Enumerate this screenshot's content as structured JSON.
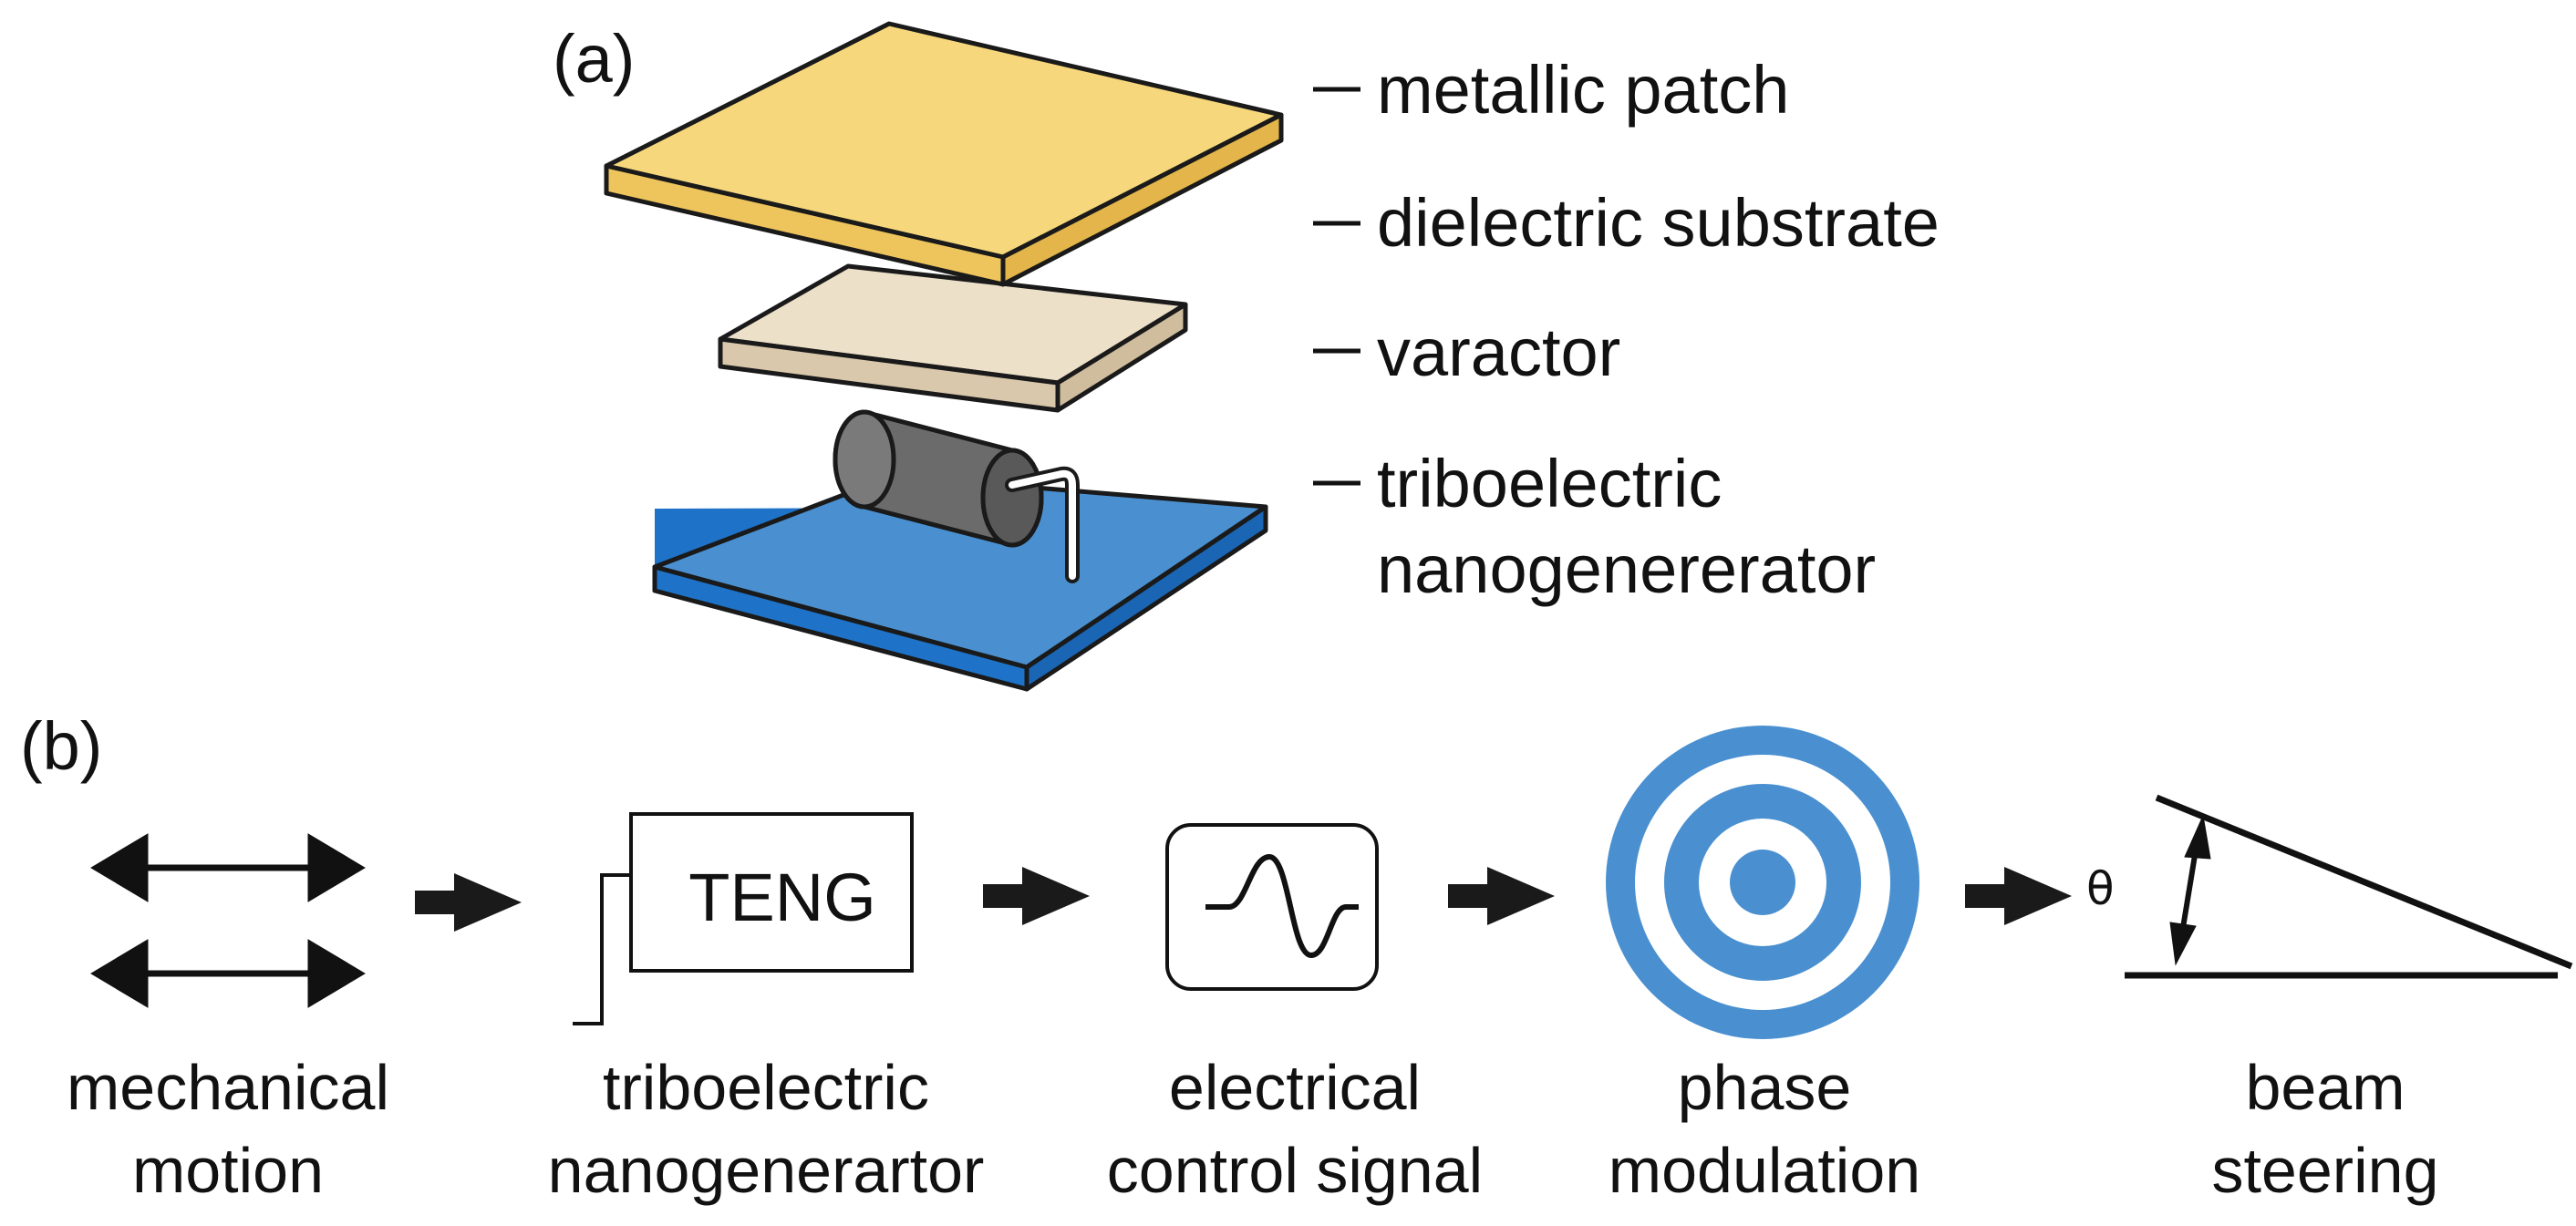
{
  "panel_a": {
    "label": "(a)",
    "layers": [
      {
        "name": "metallic patch",
        "color": "#f6d77c"
      },
      {
        "name": "dielectric substrate",
        "color": "#ede0c9"
      },
      {
        "name": "varactor",
        "color": "#6b6b6b"
      },
      {
        "name": "triboelectric nanogenererator",
        "line1": "triboelectric",
        "line2": "nanogenererator",
        "color": "#4a90d0"
      }
    ]
  },
  "panel_b": {
    "label": "(b)",
    "steps": [
      {
        "id": "mechanical-motion",
        "line1": "mechanical",
        "line2": "motion",
        "icon": "double-arrow-icon"
      },
      {
        "id": "teng",
        "line1": "triboelectric",
        "line2": "nanogenerartor",
        "icon": "teng-box-icon",
        "box_text": "TENG"
      },
      {
        "id": "control-signal",
        "line1": "electrical",
        "line2": "control signal",
        "icon": "sine-wave-icon"
      },
      {
        "id": "phase-modulation",
        "line1": "phase",
        "line2": "modulation",
        "icon": "concentric-rings-icon",
        "color": "#4a90d0"
      },
      {
        "id": "beam-steering",
        "line1": "beam",
        "line2": "steering",
        "icon": "steering-angle-icon",
        "angle_symbol": "θ"
      }
    ]
  }
}
